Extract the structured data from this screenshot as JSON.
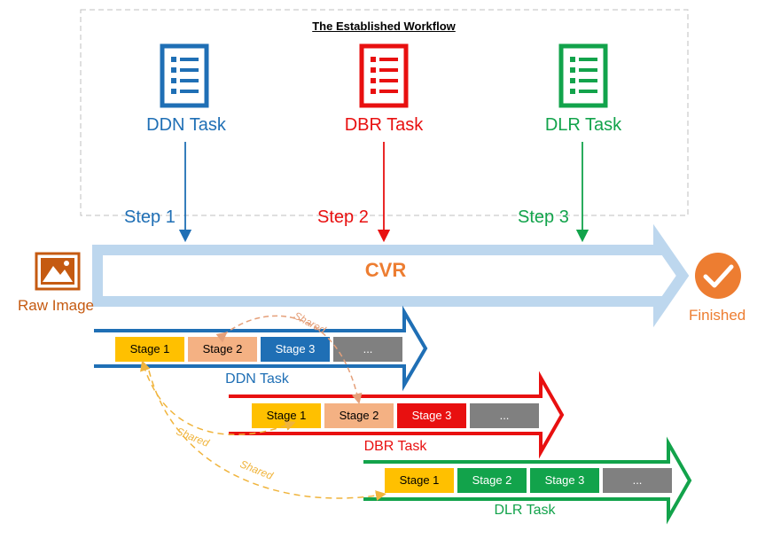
{
  "title": "The Established Workflow",
  "tasks": [
    {
      "label": "DDN Task",
      "color": "#1F6FB5"
    },
    {
      "label": "DBR Task",
      "color": "#E81010"
    },
    {
      "label": "DLR Task",
      "color": "#12A34B"
    }
  ],
  "steps": [
    "Step 1",
    "Step 2",
    "Step 3"
  ],
  "cvr": {
    "label": "CVR"
  },
  "raw_image": {
    "label": "Raw Image",
    "icon": "image-icon"
  },
  "finished": {
    "label": "Finished",
    "icon": "check-icon"
  },
  "bars": [
    {
      "task": "DDN Task",
      "stages": [
        "Stage 1",
        "Stage 2",
        "Stage 3",
        "..."
      ]
    },
    {
      "task": "DBR Task",
      "stages": [
        "Stage 1",
        "Stage 2",
        "Stage 3",
        "..."
      ]
    },
    {
      "task": "DLR Task",
      "stages": [
        "Stage 1",
        "Stage 2",
        "Stage 3",
        "..."
      ]
    }
  ],
  "shared_label": "Shared",
  "colors": {
    "shared_stage": "#FFC000",
    "shared_stage2": "#F4B183",
    "ellipsis": "#808080",
    "cvr_arrow": "#BDD7EE",
    "accent": "#ED7D31"
  }
}
